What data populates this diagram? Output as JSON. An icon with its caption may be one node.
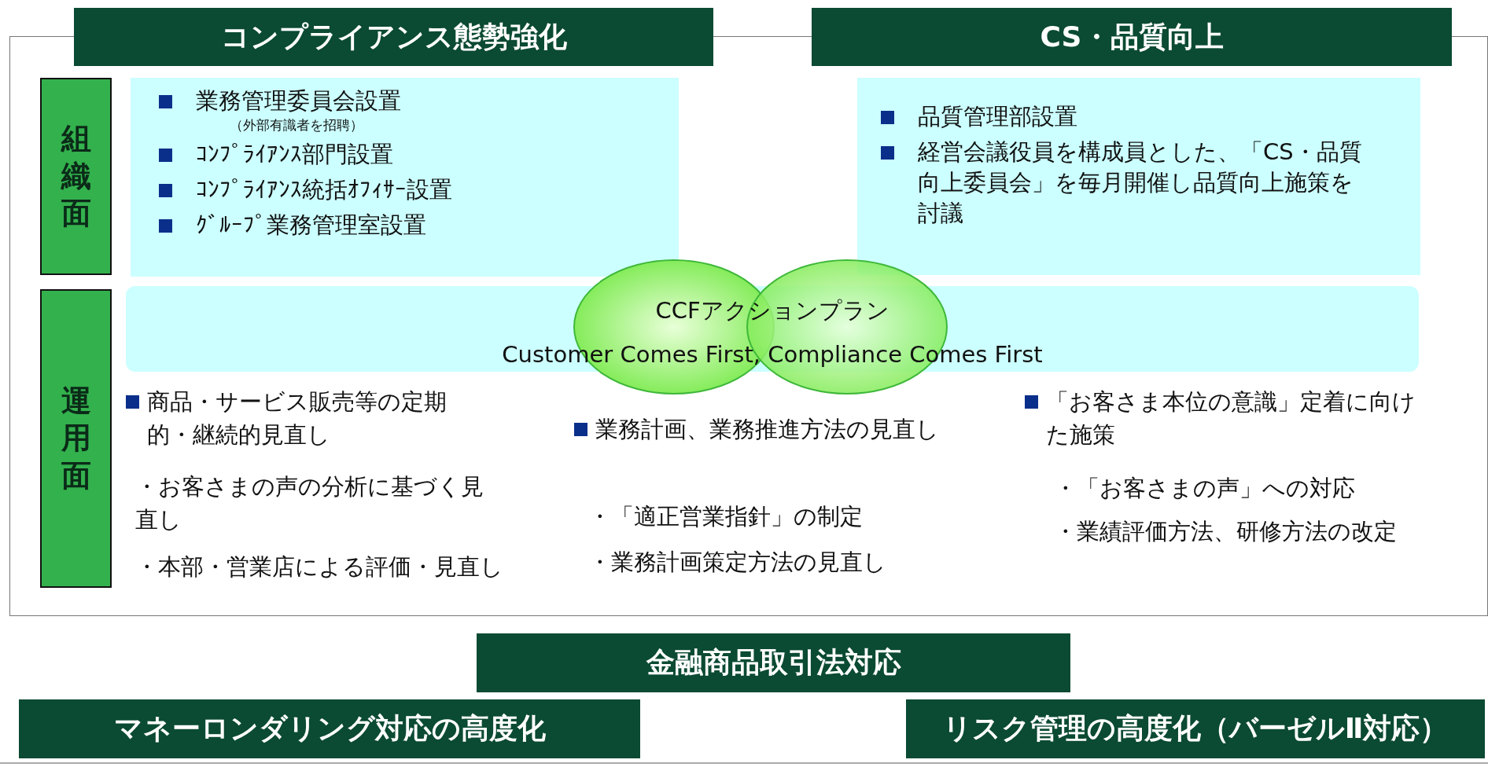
{
  "diagram": {
    "nodes": [
      {
        "text": [
          "コンプライアンス態勢強化"
        ]
      },
      {
        "text": [
          "CS・品質向上"
        ]
      },
      {
        "text": [
          "組織面"
        ]
      },
      {
        "text": [
          "運用面"
        ]
      },
      {
        "text": [
          "業務管理委員会設置",
          "（外部有識者を招聘）",
          "ｺﾝﾌﾟﾗｲｱﾝｽ部門設置",
          "ｺﾝﾌﾟﾗｲｱﾝｽ統括ｵﾌｨｻｰ設置",
          "ｸﾞﾙｰﾌﾟ業務管理室設置"
        ]
      },
      {
        "text": [
          "品質管理部設置",
          "経営会議役員を構成員とした、「CS・品質向上委員会」を毎月開催し品質向上施策を討議"
        ]
      },
      {
        "text": [
          "CCFアクションプラン",
          "Customer Comes First, Compliance Comes First"
        ]
      },
      {
        "text": [
          "金融商品取引法対応"
        ]
      },
      {
        "text": [
          "マネーロンダリング対応の高度化"
        ]
      },
      {
        "text": [
          "リスク管理の高度化（バーゼルⅡ対応）"
        ]
      }
    ],
    "labels": [
      "商品・サービス販売等の定期的・継続的見直し",
      "・お客さまの声の分析に基づく見直し",
      "・本部・営業店による評価・見直し",
      "業務計画、業務推進方法の見直し",
      "・「適正営業指針」の制定",
      "・業務計画策定方法の見直し",
      "「お客さま本位の意識」定着に向けた施策",
      "・「お客さまの声」への対応",
      "・業績評価方法、研修方法の改定"
    ]
  }
}
